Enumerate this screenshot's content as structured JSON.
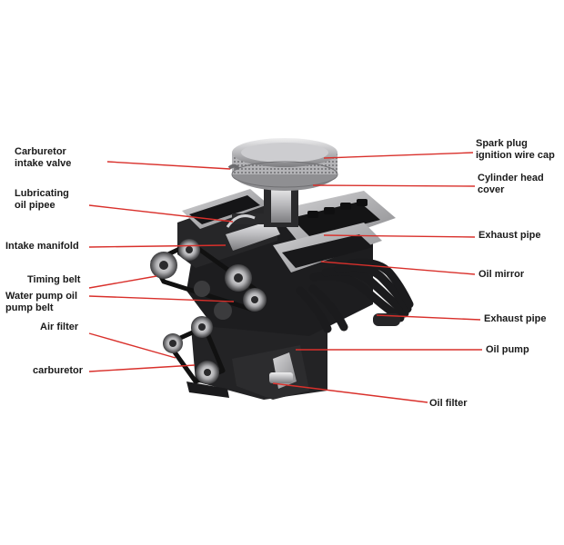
{
  "diagram": {
    "labels": {
      "carburetor_intake_valve": {
        "line1": "Carburetor",
        "line2": "intake valve"
      },
      "lubricating_oil_pipee": {
        "line1": "Lubricating",
        "line2": "oil pipee"
      },
      "intake_manifold": {
        "line1": "Intake manifold"
      },
      "timing_belt": {
        "line1": "Timing belt"
      },
      "water_pump_oil_pump_belt": {
        "line1": "Water pump oil",
        "line2": "pump belt"
      },
      "air_filter": {
        "line1": "Air filter"
      },
      "carburetor": {
        "line1": "carburetor"
      },
      "spark_plug_ignition_wire_cap": {
        "line1": "Spark plug",
        "line2": "ignition wire cap"
      },
      "cylinder_head_cover": {
        "line1": "Cylinder head",
        "line2": "cover"
      },
      "exhaust_pipe_upper": {
        "line1": "Exhaust pipe"
      },
      "oil_mirror": {
        "line1": "Oil mirror"
      },
      "exhaust_pipe_lower": {
        "line1": "Exhaust pipe"
      },
      "oil_pump": {
        "line1": "Oil pump"
      },
      "oil_filter": {
        "line1": "Oil filter"
      }
    },
    "leader_color": "#d9302b",
    "engine_colors": {
      "block": "#1c1c1e",
      "chrome": "#c9c9cc",
      "filter": "#a8a8ab"
    }
  }
}
